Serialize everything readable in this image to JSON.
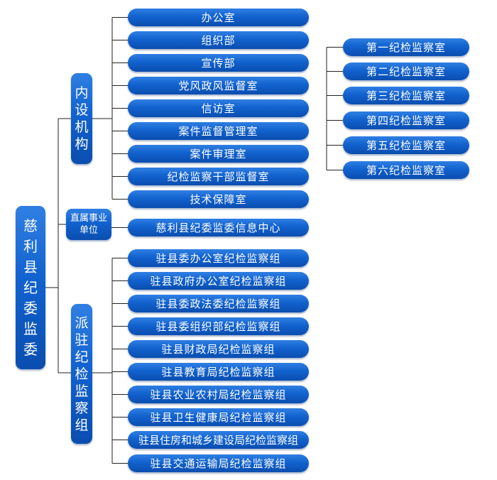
{
  "root": {
    "label": "慈利县纪委监委"
  },
  "sections": [
    {
      "label": "内设机构",
      "items": [
        "办公室",
        "组织部",
        "宣传部",
        "党风政风监督室",
        "信访室",
        "案件监督管理室",
        "案件审理室",
        "纪检监察干部监督室",
        "技术保障室"
      ]
    },
    {
      "label": "直属事业单位",
      "items": [
        "慈利县纪委监委信息中心"
      ]
    },
    {
      "label": "派驻纪检监察组",
      "items": [
        "驻县委办公室纪检监察组",
        "驻县政府办公室纪检监察组",
        "驻县委政法委纪检监察组",
        "驻县委组织部纪检监察组",
        "驻县财政局纪检监察组",
        "驻县教育局纪检监察组",
        "驻县农业农村局纪检监察组",
        "驻县卫生健康局纪检监察组",
        "驻县住房和城乡建设局纪检监察组",
        "驻县交通运输局纪检监察组"
      ]
    }
  ],
  "inspection_offices": [
    "第一纪检监察室",
    "第二纪检监察室",
    "第三纪检监察室",
    "第四纪检监察室",
    "第五纪检监察室",
    "第六纪检监察室"
  ],
  "colors": {
    "node_top": "#2f7fe3",
    "node_bottom": "#0a4eaf",
    "connector": "#222222",
    "text": "#ffffff"
  }
}
